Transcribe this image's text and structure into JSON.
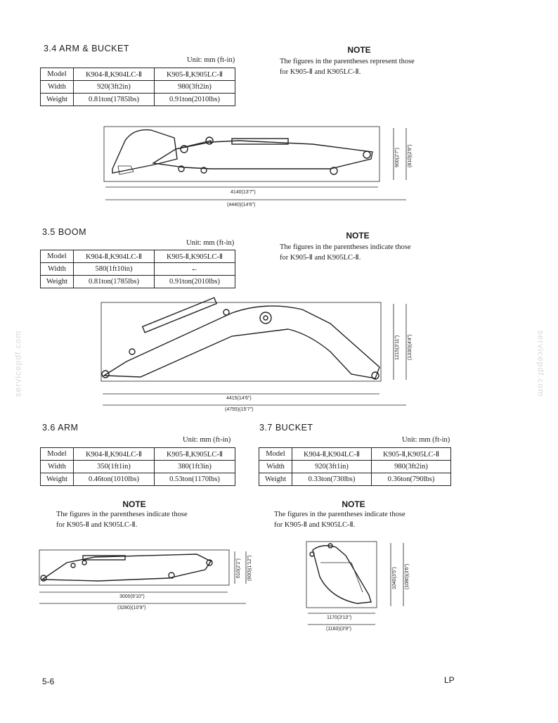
{
  "watermark": "servicepdf.com",
  "sections": {
    "arm_bucket": {
      "title": "3.4 ARM & BUCKET",
      "unit": "Unit: mm (ft-in)",
      "header": [
        "Model",
        "K904-Ⅱ,K904LC-Ⅱ",
        "K905-Ⅱ,K905LC-Ⅱ"
      ],
      "rows": [
        [
          "Width",
          "920(3ft2in)",
          "980(3ft2in)"
        ],
        [
          "Weight",
          "0.81ton(1785lbs)",
          "0.91ton(2010lbs)"
        ]
      ],
      "note_title": "NOTE",
      "note_lines": [
        "The figures in the parentheses represent those",
        "for K905-Ⅱ and K905LC-Ⅱ."
      ],
      "dims": {
        "length": "4140(13'7\")",
        "length_alt": "(4440)(14'6\")",
        "height": "900(2'7\")",
        "height_alt": "(810)(2'8\")"
      }
    },
    "boom": {
      "title": "3.5 BOOM",
      "unit": "Unit: mm (ft-in)",
      "header": [
        "Model",
        "K904-Ⅱ,K904LC-Ⅱ",
        "K905-Ⅱ,K905LC-Ⅱ"
      ],
      "rows": [
        [
          "Width",
          "580(1ft10in)",
          "←"
        ],
        [
          "Weight",
          "0.81ton(1785lbs)",
          "0.91ton(2010lbs)"
        ]
      ],
      "note_title": "NOTE",
      "note_lines": [
        "The figures in the parentheses indicate those",
        "for K905-Ⅱ and K905LC-Ⅱ."
      ],
      "dims": {
        "length": "4415(14'6\")",
        "length_alt": "(4755)(15'7\")",
        "height": "1215(3'11\")",
        "height_alt": "(1330)(4'4\")"
      }
    },
    "arm": {
      "title": "3.6 ARM",
      "unit": "Unit: mm (ft-in)",
      "header": [
        "Model",
        "K904-Ⅱ,K904LC-Ⅱ",
        "K905-Ⅱ,K905LC-Ⅱ"
      ],
      "rows": [
        [
          "Width",
          "350(1ft1in)",
          "380(1ft3in)"
        ],
        [
          "Weight",
          "0.46ton(1010lbs)",
          "0.53ton(1170lbs)"
        ]
      ],
      "note_title": "NOTE",
      "note_lines": [
        "The figures in the parentheses indicate those",
        "for K905-Ⅱ and K905LC-Ⅱ."
      ],
      "dims": {
        "length": "3000(9'10\")",
        "length_alt": "(3280)(10'9\")",
        "height": "610(2'1\")",
        "height_alt": "(600)(1'12\")"
      }
    },
    "bucket": {
      "title": "3.7 BUCKET",
      "unit": "Unit: mm (ft-in)",
      "header": [
        "Model",
        "K904-Ⅱ,K904LC-Ⅱ",
        "K905-Ⅱ,K905LC-Ⅱ"
      ],
      "rows": [
        [
          "Width",
          "920(3ft1in)",
          "980(3ft2in)"
        ],
        [
          "Weight",
          "0.33ton(730lbs)",
          "0.36ton(790lbs)"
        ]
      ],
      "note_title": "NOTE",
      "note_lines": [
        "The figures in the parentheses indicate those",
        "for K905-Ⅱ and K905LC-Ⅱ."
      ],
      "dims": {
        "width": "1170(3'10\")",
        "width_alt": "(1160)(3'9\")",
        "height": "1040(3'5\")",
        "height_alt": "(1080)(3'6\")"
      }
    }
  },
  "footer": {
    "page": "5-6",
    "code": "LP"
  }
}
